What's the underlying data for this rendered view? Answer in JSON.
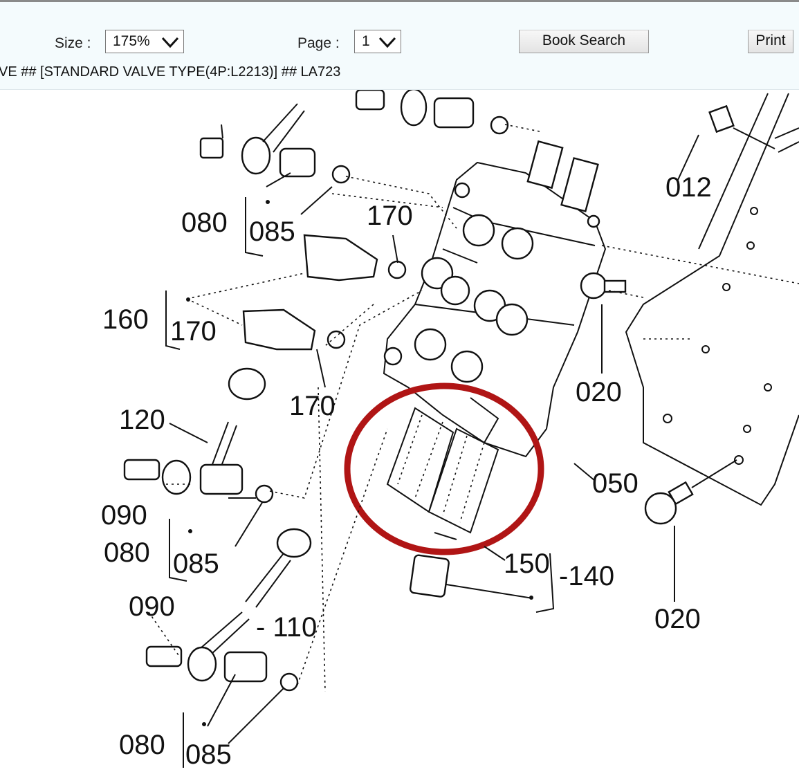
{
  "toolbar": {
    "size_label": "Size :",
    "size_value": "175%",
    "page_label": "Page :",
    "page_value": "1",
    "book_search_label": "Book Search",
    "print_label": "Print"
  },
  "breadcrumb": "VE ## [STANDARD VALVE TYPE(4P:L2213)] ## LA723",
  "diagram": {
    "callouts": {
      "c012": "012",
      "c080a": "080",
      "c085a": "085",
      "c170a": "170",
      "c160": "160",
      "c170b": "170",
      "c170c": "170",
      "c020a": "020",
      "c120": "120",
      "c050": "050",
      "c090a": "090",
      "c080b": "080",
      "c085b": "085",
      "c150": "150",
      "c140": "-140",
      "c090b": "090",
      "c110": "- 110",
      "c020b": "020",
      "c080c": "080",
      "c085c": "085"
    },
    "highlight_color": "#b01515"
  }
}
